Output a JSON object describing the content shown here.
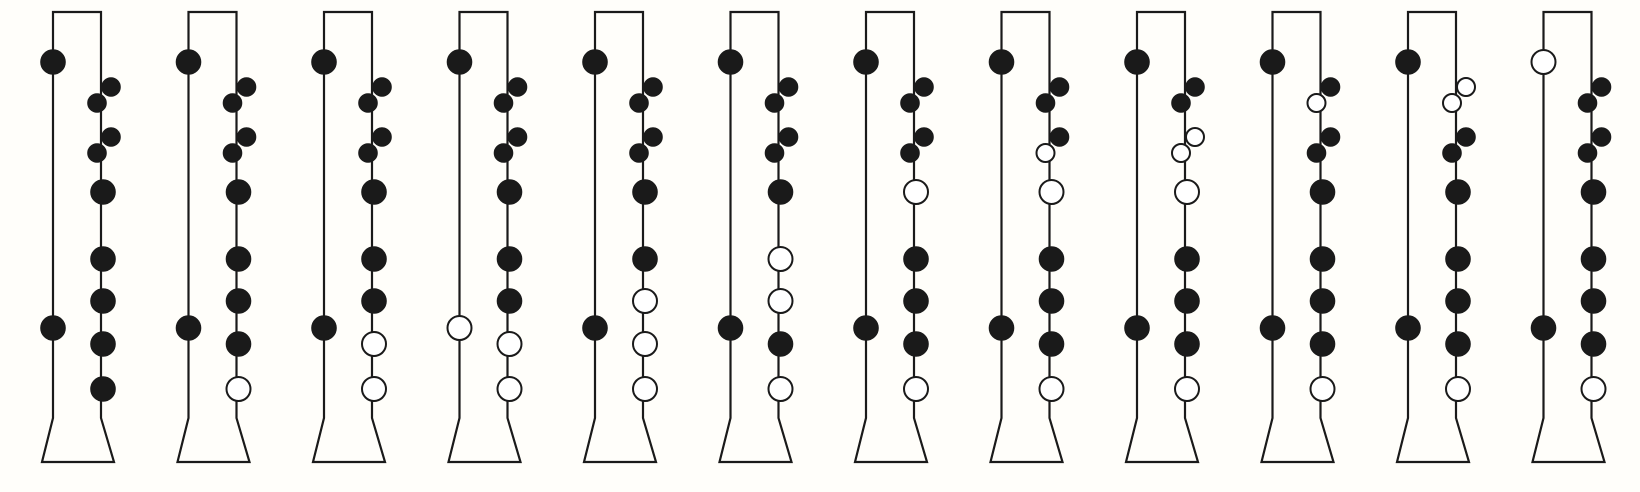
{
  "diagram": {
    "type": "fingering-chart",
    "instrument_count": 12,
    "colors": {
      "closed_hole": "#1a1a1a",
      "open_hole": "#ffffff",
      "outline": "#1a1a1a",
      "background": "#fffefa"
    },
    "hole_names": [
      "thumb-upper",
      "key-a1",
      "key-a2",
      "key-b1",
      "key-b2",
      "tone-1",
      "tone-2",
      "tone-3",
      "thumb-lower",
      "tone-4",
      "tone-5"
    ],
    "fingerings": [
      {
        "thumb-upper": "closed",
        "key-a1": "closed",
        "key-a2": "closed",
        "key-b1": "closed",
        "key-b2": "closed",
        "tone-1": "closed",
        "tone-2": "closed",
        "tone-3": "closed",
        "thumb-lower": "closed",
        "tone-4": "closed",
        "tone-5": "closed"
      },
      {
        "thumb-upper": "closed",
        "key-a1": "closed",
        "key-a2": "closed",
        "key-b1": "closed",
        "key-b2": "closed",
        "tone-1": "closed",
        "tone-2": "closed",
        "tone-3": "closed",
        "thumb-lower": "closed",
        "tone-4": "closed",
        "tone-5": "open"
      },
      {
        "thumb-upper": "closed",
        "key-a1": "closed",
        "key-a2": "closed",
        "key-b1": "closed",
        "key-b2": "closed",
        "tone-1": "closed",
        "tone-2": "closed",
        "tone-3": "closed",
        "thumb-lower": "closed",
        "tone-4": "open",
        "tone-5": "open"
      },
      {
        "thumb-upper": "closed",
        "key-a1": "closed",
        "key-a2": "closed",
        "key-b1": "closed",
        "key-b2": "closed",
        "tone-1": "closed",
        "tone-2": "closed",
        "tone-3": "closed",
        "thumb-lower": "open",
        "tone-4": "open",
        "tone-5": "open"
      },
      {
        "thumb-upper": "closed",
        "key-a1": "closed",
        "key-a2": "closed",
        "key-b1": "closed",
        "key-b2": "closed",
        "tone-1": "closed",
        "tone-2": "closed",
        "tone-3": "open",
        "thumb-lower": "closed",
        "tone-4": "open",
        "tone-5": "open"
      },
      {
        "thumb-upper": "closed",
        "key-a1": "closed",
        "key-a2": "closed",
        "key-b1": "closed",
        "key-b2": "closed",
        "tone-1": "closed",
        "tone-2": "open",
        "tone-3": "open",
        "thumb-lower": "closed",
        "tone-4": "closed",
        "tone-5": "open"
      },
      {
        "thumb-upper": "closed",
        "key-a1": "closed",
        "key-a2": "closed",
        "key-b1": "closed",
        "key-b2": "closed",
        "tone-1": "open",
        "tone-2": "closed",
        "tone-3": "closed",
        "thumb-lower": "closed",
        "tone-4": "closed",
        "tone-5": "open"
      },
      {
        "thumb-upper": "closed",
        "key-a1": "closed",
        "key-a2": "closed",
        "key-b1": "closed",
        "key-b2": "open",
        "tone-1": "open",
        "tone-2": "closed",
        "tone-3": "closed",
        "thumb-lower": "closed",
        "tone-4": "closed",
        "tone-5": "open"
      },
      {
        "thumb-upper": "closed",
        "key-a1": "closed",
        "key-a2": "closed",
        "key-b1": "open",
        "key-b2": "open",
        "tone-1": "open",
        "tone-2": "closed",
        "tone-3": "closed",
        "thumb-lower": "closed",
        "tone-4": "closed",
        "tone-5": "open"
      },
      {
        "thumb-upper": "closed",
        "key-a1": "closed",
        "key-a2": "open",
        "key-b1": "closed",
        "key-b2": "closed",
        "tone-1": "closed",
        "tone-2": "closed",
        "tone-3": "closed",
        "thumb-lower": "closed",
        "tone-4": "closed",
        "tone-5": "open"
      },
      {
        "thumb-upper": "closed",
        "key-a1": "open",
        "key-a2": "open",
        "key-b1": "closed",
        "key-b2": "closed",
        "tone-1": "closed",
        "tone-2": "closed",
        "tone-3": "closed",
        "thumb-lower": "closed",
        "tone-4": "closed",
        "tone-5": "open"
      },
      {
        "thumb-upper": "open",
        "key-a1": "closed",
        "key-a2": "closed",
        "key-b1": "closed",
        "key-b2": "closed",
        "tone-1": "closed",
        "tone-2": "closed",
        "tone-3": "closed",
        "thumb-lower": "closed",
        "tone-4": "closed",
        "tone-5": "open"
      }
    ]
  }
}
